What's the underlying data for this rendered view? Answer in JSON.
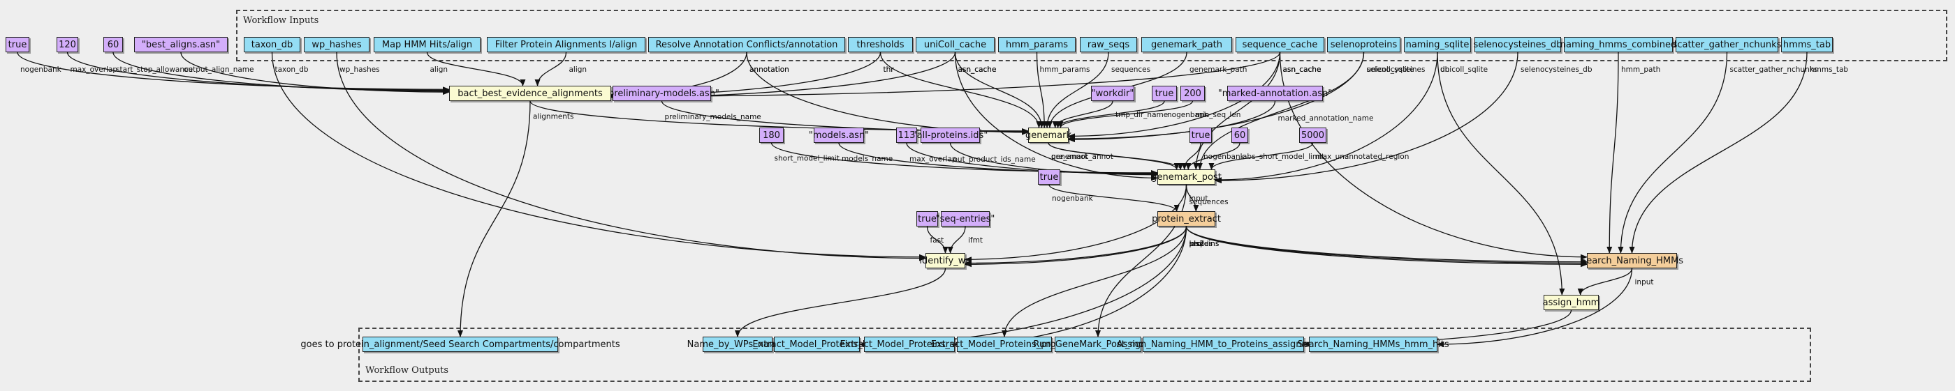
{
  "clusters": {
    "inputs_label": "Workflow Inputs",
    "outputs_label": "Workflow Outputs"
  },
  "node_colors": {
    "workflow_io": "#94ddf4",
    "literal": "#d3aefa",
    "tool_step": "#fafad2",
    "subworkflow_step": "#f4ce9b"
  },
  "inputs": [
    {
      "id": "taxon_db",
      "label": "taxon_db"
    },
    {
      "id": "wp_hashes",
      "label": "wp_hashes"
    },
    {
      "id": "map_hmm",
      "label": "Map HMM Hits/align"
    },
    {
      "id": "filter_prot",
      "label": "Filter Protein Alignments I/align"
    },
    {
      "id": "resolve",
      "label": "Resolve Annotation Conflicts/annotation"
    },
    {
      "id": "thresholds",
      "label": "thresholds"
    },
    {
      "id": "unicoll_cache",
      "label": "uniColl_cache"
    },
    {
      "id": "hmm_params",
      "label": "hmm_params"
    },
    {
      "id": "raw_seqs",
      "label": "raw_seqs"
    },
    {
      "id": "genemark_path",
      "label": "genemark_path"
    },
    {
      "id": "sequence_cache",
      "label": "sequence_cache"
    },
    {
      "id": "selenoproteins",
      "label": "selenoproteins"
    },
    {
      "id": "naming_sqlite",
      "label": "naming_sqlite"
    },
    {
      "id": "selenocysteines_db",
      "label": "selenocysteines_db"
    },
    {
      "id": "naming_hmms_combined",
      "label": "naming_hmms_combined"
    },
    {
      "id": "scatter_gather_nchunks",
      "label": "scatter_gather_nchunks"
    },
    {
      "id": "hmms_tab",
      "label": "hmms_tab"
    }
  ],
  "literals": [
    {
      "id": "l_true1",
      "label": "true"
    },
    {
      "id": "l_120",
      "label": "120"
    },
    {
      "id": "l_60a",
      "label": "60"
    },
    {
      "id": "l_best",
      "label": "\"best_aligns.asn\""
    },
    {
      "id": "l_prelim",
      "label": "\"preliminary-models.asn\""
    },
    {
      "id": "l_workdir",
      "label": "\"workdir\""
    },
    {
      "id": "l_true2",
      "label": "true"
    },
    {
      "id": "l_200",
      "label": "200"
    },
    {
      "id": "l_marked",
      "label": "\"marked-annotation.asn\""
    },
    {
      "id": "l_180",
      "label": "180"
    },
    {
      "id": "l_models",
      "label": "\"models.asn\""
    },
    {
      "id": "l_113",
      "label": "113"
    },
    {
      "id": "l_allprot",
      "label": "\"all-proteins.ids\""
    },
    {
      "id": "l_true3",
      "label": "true"
    },
    {
      "id": "l_60b",
      "label": "60"
    },
    {
      "id": "l_5000",
      "label": "5000"
    },
    {
      "id": "l_true4",
      "label": "true"
    },
    {
      "id": "l_true5",
      "label": "true"
    },
    {
      "id": "l_seqentries",
      "label": "\"seq-entries\""
    }
  ],
  "steps": [
    {
      "id": "bact",
      "label": "bact_best_evidence_alignments",
      "kind": "tool"
    },
    {
      "id": "genemark",
      "label": "genemark",
      "kind": "tool"
    },
    {
      "id": "genemark_post",
      "label": "genemark_post",
      "kind": "tool"
    },
    {
      "id": "protein_extract",
      "label": "protein_extract",
      "kind": "subworkflow"
    },
    {
      "id": "identify_wp",
      "label": "identify_wp",
      "kind": "tool"
    },
    {
      "id": "search_naming",
      "label": "Search_Naming_HMMs",
      "kind": "subworkflow"
    },
    {
      "id": "assign_hmm",
      "label": "assign_hmm",
      "kind": "tool"
    }
  ],
  "outputs": [
    {
      "id": "o_compart",
      "label": "goes to protein_alignment/Seed Search Compartments/compartments"
    },
    {
      "id": "o_names",
      "label": "Name_by_WPs_names"
    },
    {
      "id": "o_lds2",
      "label": "Extract_Model_Proteins_lds2"
    },
    {
      "id": "o_seqids",
      "label": "Extract_Model_Proteins_seqids"
    },
    {
      "id": "o_proteins",
      "label": "Extract_Model_Proteins_proteins"
    },
    {
      "id": "o_gmpost",
      "label": "Run_GeneMark_Post_models"
    },
    {
      "id": "o_assign",
      "label": "Assign_Naming_HMM_to_Proteins_assignments"
    },
    {
      "id": "o_hits",
      "label": "Search_Naming_HMMs_hmm_hits"
    }
  ],
  "edges": [
    {
      "from": "l_true1",
      "to": "bact",
      "label": "nogenbank"
    },
    {
      "from": "l_120",
      "to": "bact",
      "label": "max_overlap"
    },
    {
      "from": "l_60a",
      "to": "bact",
      "label": "start_stop_allowance"
    },
    {
      "from": "l_best",
      "to": "bact",
      "label": "output_align_name"
    },
    {
      "from": "map_hmm",
      "to": "bact",
      "label": "align"
    },
    {
      "from": "filter_prot",
      "to": "bact",
      "label": "align"
    },
    {
      "from": "resolve",
      "to": "bact",
      "label": "annotation"
    },
    {
      "from": "thresholds",
      "to": "bact",
      "label": "thr"
    },
    {
      "from": "sequence_cache",
      "to": "bact",
      "label": "asn_cache"
    },
    {
      "from": "unicoll_cache",
      "to": "bact",
      "label": "asn_cache"
    },
    {
      "from": "taxon_db",
      "to": "identify_wp",
      "label": "taxon_db"
    },
    {
      "from": "wp_hashes",
      "to": "identify_wp",
      "label": "wp_hashes"
    },
    {
      "from": "bact",
      "to": "o_compart",
      "label": ""
    },
    {
      "from": "bact",
      "to": "genemark",
      "label": "alignments"
    },
    {
      "from": "l_prelim",
      "to": "genemark",
      "label": "preliminary_models_name"
    },
    {
      "from": "resolve",
      "to": "genemark",
      "label": "annotation"
    },
    {
      "from": "thresholds",
      "to": "genemark",
      "label": "thr"
    },
    {
      "from": "unicoll_cache",
      "to": "genemark",
      "label": "asn_cache"
    },
    {
      "from": "hmm_params",
      "to": "genemark",
      "label": "hmm_params"
    },
    {
      "from": "raw_seqs",
      "to": "genemark",
      "label": "sequences"
    },
    {
      "from": "genemark_path",
      "to": "genemark",
      "label": "genemark_path"
    },
    {
      "from": "sequence_cache",
      "to": "genemark",
      "label": "asn_cache"
    },
    {
      "from": "l_workdir",
      "to": "genemark",
      "label": "tmp_dir_name"
    },
    {
      "from": "l_true2",
      "to": "genemark",
      "label": "nogenbank"
    },
    {
      "from": "l_200",
      "to": "genemark",
      "label": "min_seq_len"
    },
    {
      "from": "l_marked",
      "to": "genemark",
      "label": "marked_annotation_name"
    },
    {
      "from": "selenoproteins",
      "to": "genemark",
      "label": "unicoll_sqlite"
    },
    {
      "from": "l_180",
      "to": "genemark_post",
      "label": "short_model_limit"
    },
    {
      "from": "l_models",
      "to": "genemark_post",
      "label": "models_name"
    },
    {
      "from": "l_113",
      "to": "genemark_post",
      "label": "max_overlap"
    },
    {
      "from": "l_allprot",
      "to": "genemark_post",
      "label": "out_product_ids_name"
    },
    {
      "from": "genemark",
      "to": "genemark_post",
      "label": "pre_annot"
    },
    {
      "from": "genemark",
      "to": "genemark_post",
      "label": "genemark_annot"
    },
    {
      "from": "l_true3",
      "to": "genemark_post",
      "label": "nogenbank"
    },
    {
      "from": "l_60b",
      "to": "genemark_post",
      "label": "abs_short_model_limit"
    },
    {
      "from": "unicoll_cache",
      "to": "genemark_post",
      "label": "asn_cache"
    },
    {
      "from": "sequence_cache",
      "to": "genemark_post",
      "label": "asn_cache"
    },
    {
      "from": "selenoproteins",
      "to": "genemark_post",
      "label": "selenocysteines"
    },
    {
      "from": "naming_sqlite",
      "to": "genemark_post",
      "label": "unicoll_sqlite"
    },
    {
      "from": "selenocysteines_db",
      "to": "genemark_post",
      "label": "selenocysteines_db"
    },
    {
      "from": "l_5000",
      "to": "genemark_post",
      "label": "max_unannotated_region"
    },
    {
      "from": "sequence_cache",
      "to": "search_naming",
      "label": "asn_cache"
    },
    {
      "from": "naming_sqlite",
      "to": "assign_hmm",
      "label": "db"
    },
    {
      "from": "naming_hmms_combined",
      "to": "search_naming",
      "label": "hmm_path"
    },
    {
      "from": "scatter_gather_nchunks",
      "to": "search_naming",
      "label": "scatter_gather_nchunks"
    },
    {
      "from": "hmms_tab",
      "to": "search_naming",
      "label": "hmms_tab"
    },
    {
      "from": "l_true4",
      "to": "protein_extract",
      "label": "nogenbank"
    },
    {
      "from": "genemark_post",
      "to": "protein_extract",
      "label": "input"
    },
    {
      "from": "genemark_post",
      "to": "identify_wp",
      "label": "sequences"
    },
    {
      "from": "genemark_post",
      "to": "o_gmpost",
      "label": ""
    },
    {
      "from": "l_true5",
      "to": "identify_wp",
      "label": "fast"
    },
    {
      "from": "l_seqentries",
      "to": "identify_wp",
      "label": "ifmt"
    },
    {
      "from": "protein_extract",
      "to": "identify_wp",
      "label": "proteins"
    },
    {
      "from": "protein_extract",
      "to": "identify_wp",
      "label": "lds2"
    },
    {
      "from": "protein_extract",
      "to": "search_naming",
      "label": "proteins"
    },
    {
      "from": "protein_extract",
      "to": "search_naming",
      "label": "seqids"
    },
    {
      "from": "protein_extract",
      "to": "search_naming",
      "label": "lds2"
    },
    {
      "from": "protein_extract",
      "to": "o_lds2",
      "label": ""
    },
    {
      "from": "protein_extract",
      "to": "o_seqids",
      "label": ""
    },
    {
      "from": "protein_extract",
      "to": "o_proteins",
      "label": ""
    },
    {
      "from": "identify_wp",
      "to": "o_names",
      "label": ""
    },
    {
      "from": "search_naming",
      "to": "assign_hmm",
      "label": "input"
    },
    {
      "from": "search_naming",
      "to": "o_hits",
      "label": ""
    },
    {
      "from": "assign_hmm",
      "to": "o_assign",
      "label": ""
    }
  ]
}
